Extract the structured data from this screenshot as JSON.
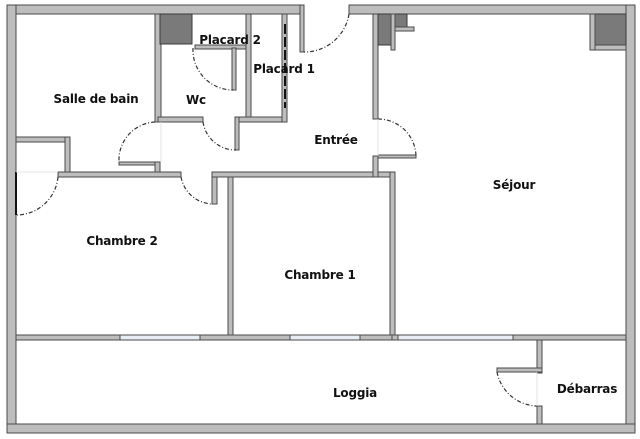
{
  "plan": {
    "type": "apartment floor plan",
    "colors": {
      "wall_fill": "#bdbdbd",
      "wall_outline": "#4a4a4a",
      "duct_fill": "#7a7a7a",
      "window_fill": "#e8ecf5",
      "door_swing": "#333333",
      "background": "#ffffff"
    },
    "rooms": {
      "salle_de_bain": {
        "label": "Salle de bain"
      },
      "wc": {
        "label": "Wc"
      },
      "placard_2": {
        "label": "Placard 2"
      },
      "placard_1": {
        "label": "Placard 1"
      },
      "entree": {
        "label": "Entrée"
      },
      "sejour": {
        "label": "Séjour"
      },
      "chambre_2": {
        "label": "Chambre 2"
      },
      "chambre_1": {
        "label": "Chambre 1"
      },
      "loggia": {
        "label": "Loggia"
      },
      "debarras": {
        "label": "Débarras"
      }
    }
  }
}
